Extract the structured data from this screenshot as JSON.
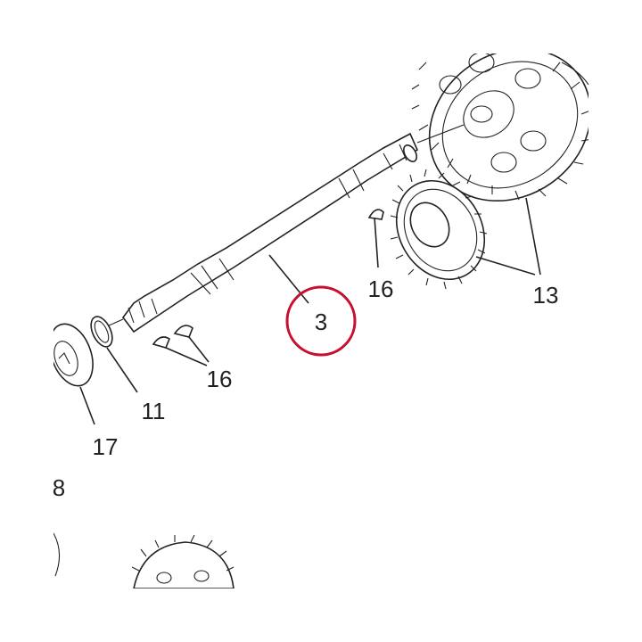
{
  "diagram": {
    "highlight_color": "#c8102e",
    "line_color": "#222222",
    "labels": {
      "shaft": "3",
      "keys_lower": "16",
      "key_upper": "16",
      "gears": "13",
      "circlip": "11",
      "washer": "17",
      "partial": "8"
    }
  }
}
